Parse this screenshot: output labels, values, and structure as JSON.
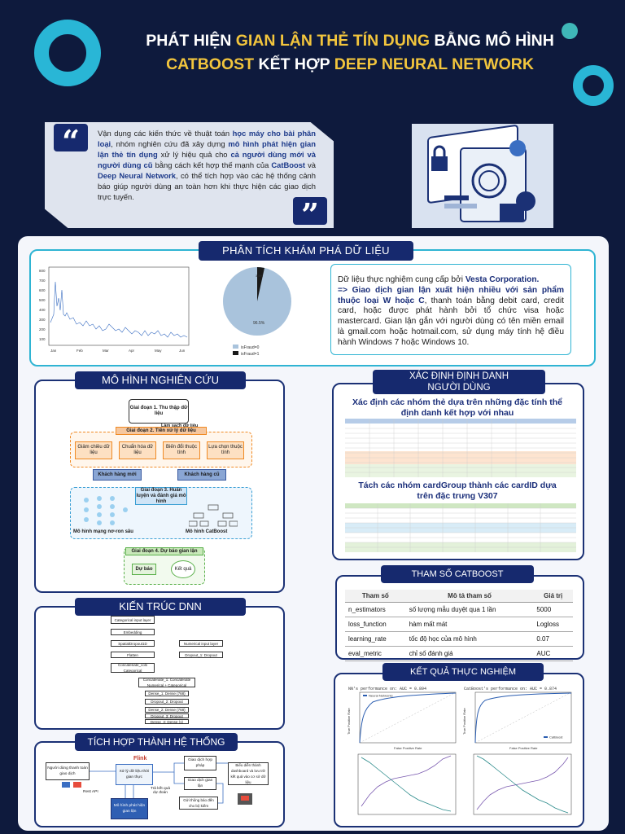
{
  "title": {
    "l1a": "PHÁT HIỆN ",
    "l1b": "GIAN LẬN THẺ TÍN DỤNG",
    "l1c": " BẰNG MÔ HÌNH",
    "l2a": "CATBOOST",
    "l2b": " KẾT HỢP ",
    "l2c": "DEEP NEURAL NETWORK"
  },
  "quote": {
    "open_mark": "“",
    "close_mark": "”",
    "parts": [
      "Vận dụng các kiến thức về thuật toán ",
      "học máy cho bài phân loại",
      ", nhóm nghiên cứu đã xây dựng ",
      "mô hình phát hiện gian lận thẻ tín dụng",
      " xử lý hiệu quả cho ",
      "cả người dùng mới và người dùng cũ",
      " bằng cách kết hợp thế mạnh của ",
      "CatBoost",
      " và ",
      "Deep Neural Network",
      ", có thể tích hợp vào các hệ thống cảnh báo giúp người dùng an toàn hơn khi thực hiện các giao dịch trực tuyến."
    ]
  },
  "eda": {
    "header": "PHÂN TÍCH KHÁM PHÁ DỮ LIỆU",
    "text_a": "Dữ liệu thực nghiệm cung cấp bởi ",
    "text_b": "Vesta Corporation.",
    "text_c": "=> Giao dịch gian lận xuất hiện nhiều với sản phẩm thuộc loại W hoặc C",
    "text_d": ", thanh toán bằng debit card, credit card, hoặc được phát hành bởi tổ chức visa hoặc mastercard. Gian lận gắn với người dùng có tên miền email là gmail.com hoặc hotmail.com, sử dụng máy tính hệ điều hành Windows 7 hoặc Windows 10.",
    "pie_big": "96.5%",
    "pie_small": "3.5%",
    "legend": [
      "isFraud=0",
      "isFraud=1"
    ],
    "line_yticks": [
      "800",
      "700",
      "600",
      "500",
      "400",
      "300",
      "200",
      "100"
    ],
    "line_xticks": [
      "Jan",
      "Feb",
      "Mar",
      "Apr",
      "May",
      "Jun"
    ]
  },
  "model": {
    "header": "MÔ HÌNH NGHIÊN CỨU",
    "stage1": "Giai đoạn 1. Thu thập dữ liệu",
    "label_clean": "Làm sạch dữ liệu",
    "stage2": "Giai đoạn 2. Tiền xử lý dữ liệu",
    "steps": [
      "Giảm chiều dữ liệu",
      "Chuẩn hóa dữ liệu",
      "Biến đổi thuộc tính",
      "Lựa chọn thuộc tính"
    ],
    "new_users": "Khách hàng mới",
    "old_users": "Khách hàng cũ",
    "stage3": "Giai đoạn 3. Huấn luyện và đánh giá mô hình",
    "dnn_label": "Mô hình mạng nơ-ron sâu",
    "cat_label": "Mô hình CatBoost",
    "stage4": "Giai đoạn 4. Dự báo gian lận",
    "predict": "Dự báo",
    "result": "Kết quả"
  },
  "dnn": {
    "header": "KIẾN TRÚC DNN",
    "left": [
      "Categorical input layer",
      "Embedding",
      "SpatialDropout1D",
      "Flatten",
      "Concatenate_cols Categorical"
    ],
    "right": [
      "Numerical input layer",
      "Dropout_1: Dropout"
    ],
    "middle": [
      "Concatenate_1: Concatenate Numerical + Categorical",
      "Dense_1: Dense (768)",
      "Dropout_2: Dropout",
      "Dense_2: Dense (768)",
      "Dropout_3: Dropout",
      "Dense_3: Dense (1)"
    ]
  },
  "integration": {
    "header": "TÍCH HỢP THÀNH HỆ THỐNG",
    "flink": "Flink",
    "nodes": [
      "Người dùng thanh toán giao dịch",
      "Xử lý dữ liệu thời gian thực",
      "Giao dịch hợp pháp",
      "Giao dịch gian lận",
      "Biểu diễn thành dashboard và lưu trữ kết quả vào cơ sở dữ liệu",
      "Gửi thông báo đến cho bộ kiểm",
      "Mô hình phát hiện gian lận"
    ],
    "labels": [
      "Rest API",
      "Trả kết quả dự đoán"
    ]
  },
  "identity": {
    "header_1": "XÁC ĐỊNH ĐỊNH DANH",
    "header_2": "NGƯỜI DÙNG",
    "sub1": "Xác định các nhóm thẻ dựa trên những đặc tính thể định danh kết hợp với nhau",
    "sub2": "Tách các nhóm cardGroup thành các cardID dựa trên đặc trưng V307"
  },
  "params": {
    "header": "THAM SỐ CATBOOST",
    "columns": [
      "Tham số",
      "Mô tả tham số",
      "Giá trị"
    ],
    "rows": [
      [
        "n_estimators",
        "số lượng mẫu duyệt qua 1 lần",
        "5000"
      ],
      [
        "loss_function",
        "hàm mất mát",
        "Logloss"
      ],
      [
        "learning_rate",
        "tốc độ học của mô hình",
        "0.07"
      ],
      [
        "eval_metric",
        "chỉ số đánh giá",
        "AUC"
      ]
    ]
  },
  "results": {
    "header": "KẾT QUẢ THỰC NGHIỆM",
    "roc1_title": "NN's performance on: AUC = 0.894",
    "roc2_title": "CatBoost's performance on: AUC = 0.874",
    "roc1_legend": "Neural Networks",
    "roc2_legend": "CatBoost",
    "xlabel": "False Positive Rate",
    "ylabel": "True Positive Rate"
  },
  "colors": {
    "bg": "#0e1a3d",
    "navy": "#16296e",
    "accent": "#f2c53d",
    "cyan": "#2fb4d3"
  }
}
